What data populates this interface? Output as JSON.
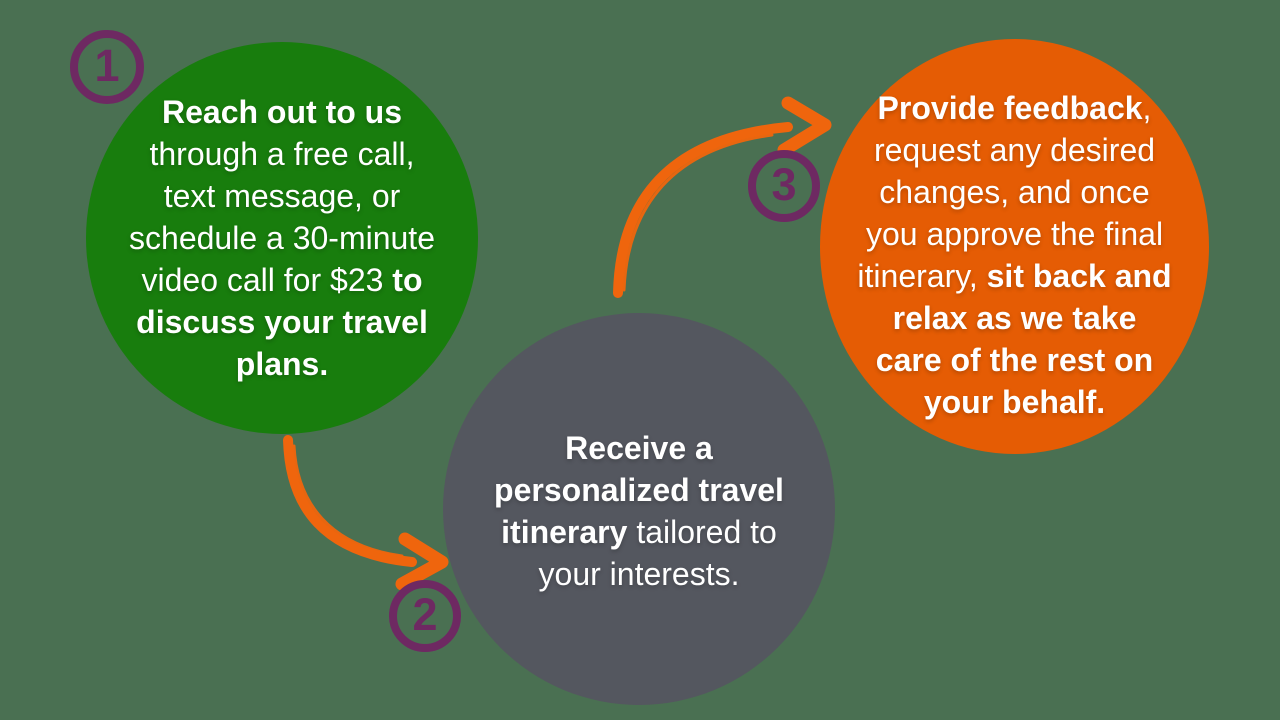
{
  "colors": {
    "background": "#4A7052",
    "step1-circle": "#187D0D",
    "step2-circle": "#54575F",
    "step3-circle": "#E55C04",
    "arrow": "#EF650D",
    "badge": "#6E2962",
    "text": "#FFFFFF"
  },
  "steps": [
    {
      "number": "1",
      "lines": [
        [
          {
            "text": "Reach out to us",
            "bold": true
          }
        ],
        [
          {
            "text": "through a free call,",
            "bold": false
          }
        ],
        [
          {
            "text": "text message, or",
            "bold": false
          }
        ],
        [
          {
            "text": "schedule a 30-minute",
            "bold": false
          }
        ],
        [
          {
            "text": "video call for $23",
            "bold": false
          },
          {
            "text": "to",
            "bold": true
          }
        ],
        [
          {
            "text": "discuss your travel",
            "bold": true
          }
        ],
        [
          {
            "text": "plans.",
            "bold": true
          }
        ]
      ]
    },
    {
      "number": "2",
      "lines": [
        [
          {
            "text": "Receive a",
            "bold": true
          }
        ],
        [
          {
            "text": "personalized travel",
            "bold": true
          }
        ],
        [
          {
            "text": "itinerary",
            "bold": true
          },
          {
            "text": "tailored to",
            "bold": false
          }
        ],
        [
          {
            "text": "your interests.",
            "bold": false
          }
        ]
      ]
    },
    {
      "number": "3",
      "lines": [
        [
          {
            "text": "Provide feedback",
            "bold": true
          },
          {
            "text": ",",
            "bold": false
          }
        ],
        [
          {
            "text": "request any desired",
            "bold": false
          }
        ],
        [
          {
            "text": "changes, and once",
            "bold": false
          }
        ],
        [
          {
            "text": "you approve the final",
            "bold": false
          }
        ],
        [
          {
            "text": "itinerary,",
            "bold": false
          },
          {
            "text": "sit back and",
            "bold": true
          }
        ],
        [
          {
            "text": "relax as we take",
            "bold": true
          }
        ],
        [
          {
            "text": "care of the rest on",
            "bold": true
          }
        ],
        [
          {
            "text": "your behalf.",
            "bold": true
          }
        ]
      ]
    }
  ]
}
